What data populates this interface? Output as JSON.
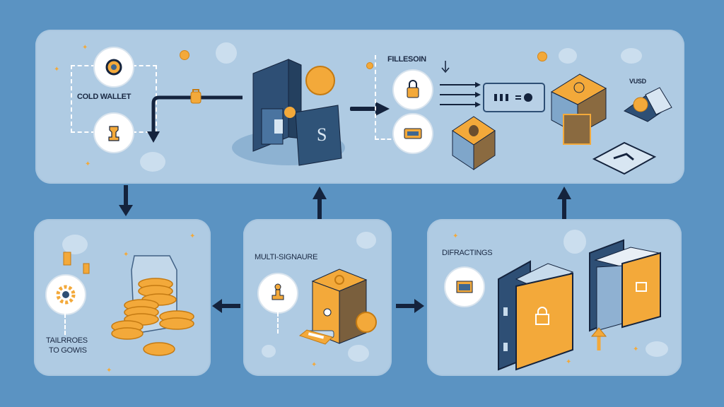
{
  "diagram": {
    "title": "Crypto asset custody flow",
    "colors": {
      "background": "#5b93c2",
      "panel": "#afcbe3",
      "accent_gold": "#f3a93a",
      "dark_navy": "#14233d",
      "steel_blue": "#3f6791"
    },
    "panels": {
      "top": {
        "labels": {
          "cold_wallet": "COLD WALLET",
          "fileboin": "FILLESOIN",
          "vusd": "VUSD"
        },
        "icons": [
          "coin-icon",
          "chess-rook-icon",
          "server-safe-icon",
          "padlock-icon",
          "card-reader-icon",
          "hardware-device-icon",
          "vault-box-icon",
          "tablet-coin-icon",
          "signature-plate-icon"
        ]
      },
      "bottom_left": {
        "label_line1": "TAILRROES",
        "label_line2": "TO GOWIS",
        "icons": [
          "gear-icon",
          "glass-case-icon",
          "coin-stack-icon"
        ]
      },
      "bottom_middle": {
        "label": "MULTI-SIGNAURE",
        "icons": [
          "stamp-icon",
          "safe-box-icon",
          "coin-icon",
          "gold-bar-icon"
        ]
      },
      "bottom_right": {
        "label": "DIFRACTINGS",
        "icons": [
          "wallet-card-icon",
          "ledger-book-icon",
          "up-arrow-icon"
        ]
      }
    },
    "connectors": [
      {
        "from": "top",
        "to": "bottom_left",
        "direction": "down"
      },
      {
        "from": "bottom_middle",
        "to": "top",
        "direction": "up"
      },
      {
        "from": "bottom_right",
        "to": "top",
        "direction": "up"
      },
      {
        "from": "bottom_middle",
        "to": "bottom_left",
        "direction": "left"
      },
      {
        "from": "bottom_middle",
        "to": "bottom_right",
        "direction": "right"
      }
    ]
  }
}
